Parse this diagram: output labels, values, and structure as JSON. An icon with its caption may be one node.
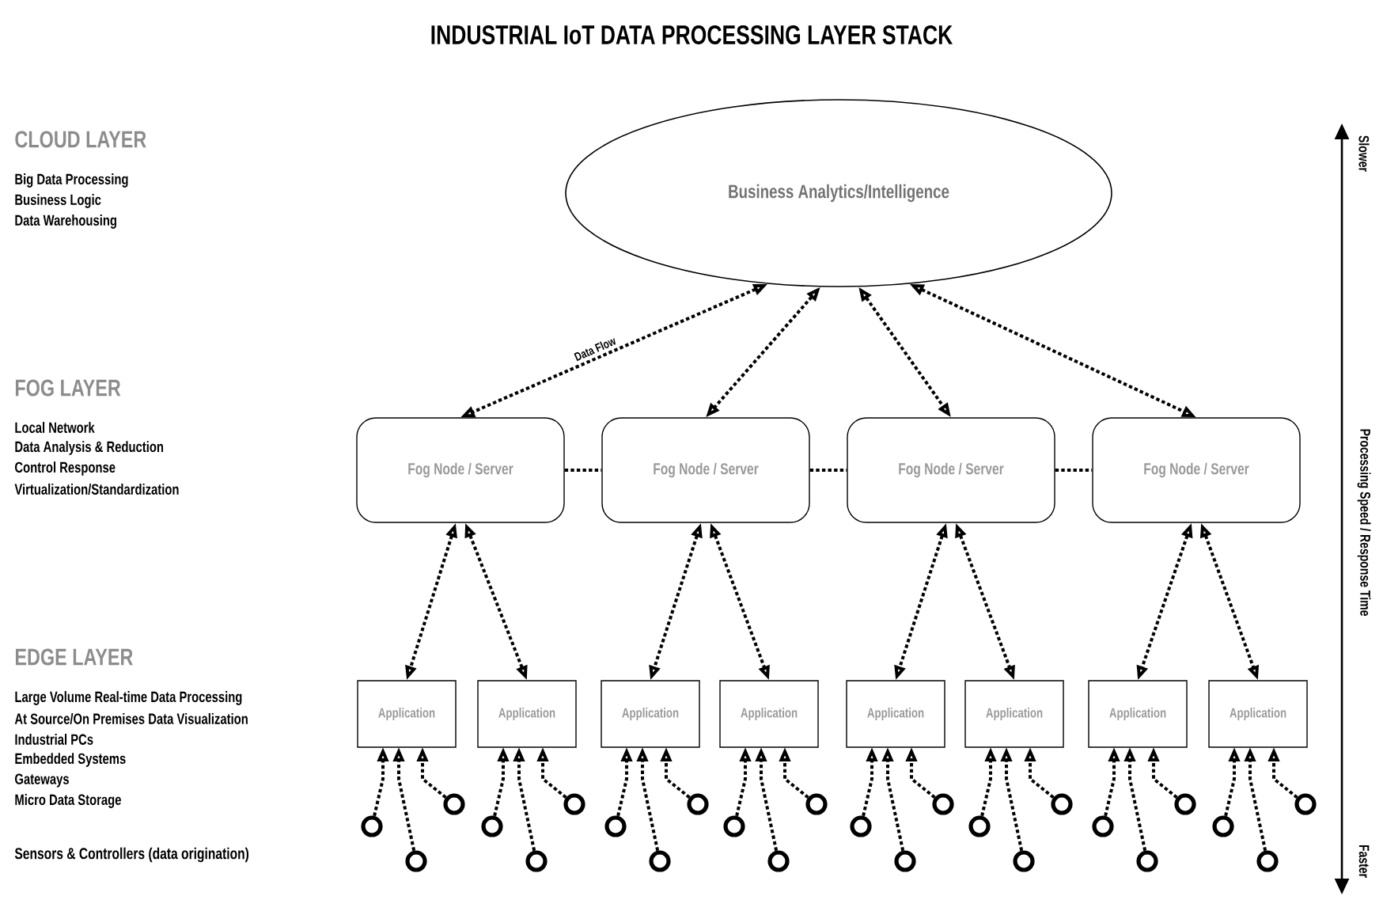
{
  "diagram": {
    "title": "INDUSTRIAL IoT DATA PROCESSING LAYER STACK",
    "nodes": [
      {
        "text": [
          "Business Analytics/Intelligence"
        ]
      },
      {
        "text": [
          "Fog Node / Server"
        ]
      },
      {
        "text": [
          "Fog Node / Server"
        ]
      },
      {
        "text": [
          "Fog Node / Server"
        ]
      },
      {
        "text": [
          "Fog Node / Server"
        ]
      },
      {
        "text": [
          "Application"
        ]
      },
      {
        "text": [
          "Application"
        ]
      },
      {
        "text": [
          "Application"
        ]
      },
      {
        "text": [
          "Application"
        ]
      },
      {
        "text": [
          "Application"
        ]
      },
      {
        "text": [
          "Application"
        ]
      },
      {
        "text": [
          "Application"
        ]
      },
      {
        "text": [
          "Application"
        ]
      },
      {
        "text": [],
        "shape": "circle"
      },
      {
        "text": [],
        "shape": "circle"
      },
      {
        "text": [],
        "shape": "circle"
      },
      {
        "text": [],
        "shape": "circle"
      },
      {
        "text": [],
        "shape": "circle"
      },
      {
        "text": [],
        "shape": "circle"
      },
      {
        "text": [],
        "shape": "circle"
      },
      {
        "text": [],
        "shape": "circle"
      },
      {
        "text": [],
        "shape": "circle"
      },
      {
        "text": [],
        "shape": "circle"
      },
      {
        "text": [],
        "shape": "circle"
      },
      {
        "text": [],
        "shape": "circle"
      },
      {
        "text": [],
        "shape": "circle"
      },
      {
        "text": [],
        "shape": "circle"
      },
      {
        "text": [],
        "shape": "circle"
      },
      {
        "text": [],
        "shape": "circle"
      },
      {
        "text": [],
        "shape": "circle"
      },
      {
        "text": [],
        "shape": "circle"
      },
      {
        "text": [],
        "shape": "circle"
      },
      {
        "text": [],
        "shape": "circle"
      },
      {
        "text": [],
        "shape": "circle"
      },
      {
        "text": [],
        "shape": "circle"
      },
      {
        "text": [],
        "shape": "circle"
      },
      {
        "text": [],
        "shape": "circle"
      }
    ],
    "edges": [
      {
        "from": 0,
        "to": 1,
        "arrow": "both",
        "style": "dashed",
        "label": "Data Flow"
      },
      {
        "from": 0,
        "to": 2,
        "arrow": "both",
        "style": "dashed"
      },
      {
        "from": 0,
        "to": 3,
        "arrow": "both",
        "style": "dashed"
      },
      {
        "from": 0,
        "to": 4,
        "arrow": "both",
        "style": "dashed"
      },
      {
        "from": 1,
        "to": 2,
        "arrow": "none",
        "style": "dashed"
      },
      {
        "from": 2,
        "to": 3,
        "arrow": "none",
        "style": "dashed"
      },
      {
        "from": 3,
        "to": 4,
        "arrow": "none",
        "style": "dashed"
      },
      {
        "from": 1,
        "to": 5,
        "arrow": "both",
        "style": "dashed"
      },
      {
        "from": 1,
        "to": 6,
        "arrow": "both",
        "style": "dashed"
      },
      {
        "from": 2,
        "to": 7,
        "arrow": "both",
        "style": "dashed"
      },
      {
        "from": 2,
        "to": 8,
        "arrow": "both",
        "style": "dashed"
      },
      {
        "from": 3,
        "to": 9,
        "arrow": "both",
        "style": "dashed"
      },
      {
        "from": 3,
        "to": 10,
        "arrow": "both",
        "style": "dashed"
      },
      {
        "from": 4,
        "to": 11,
        "arrow": "both",
        "style": "dashed"
      },
      {
        "from": 4,
        "to": 12,
        "arrow": "both",
        "style": "dashed"
      },
      {
        "from": 13,
        "to": 5,
        "arrow": "to",
        "style": "dashed"
      },
      {
        "from": 14,
        "to": 5,
        "arrow": "to",
        "style": "dashed"
      },
      {
        "from": 15,
        "to": 5,
        "arrow": "to",
        "style": "dashed"
      },
      {
        "from": 16,
        "to": 6,
        "arrow": "to",
        "style": "dashed"
      },
      {
        "from": 17,
        "to": 6,
        "arrow": "to",
        "style": "dashed"
      },
      {
        "from": 18,
        "to": 6,
        "arrow": "to",
        "style": "dashed"
      },
      {
        "from": 19,
        "to": 7,
        "arrow": "to",
        "style": "dashed"
      },
      {
        "from": 20,
        "to": 7,
        "arrow": "to",
        "style": "dashed"
      },
      {
        "from": 21,
        "to": 7,
        "arrow": "to",
        "style": "dashed"
      },
      {
        "from": 22,
        "to": 8,
        "arrow": "to",
        "style": "dashed"
      },
      {
        "from": 23,
        "to": 8,
        "arrow": "to",
        "style": "dashed"
      },
      {
        "from": 24,
        "to": 8,
        "arrow": "to",
        "style": "dashed"
      },
      {
        "from": 25,
        "to": 9,
        "arrow": "to",
        "style": "dashed"
      },
      {
        "from": 26,
        "to": 9,
        "arrow": "to",
        "style": "dashed"
      },
      {
        "from": 27,
        "to": 9,
        "arrow": "to",
        "style": "dashed"
      },
      {
        "from": 28,
        "to": 10,
        "arrow": "to",
        "style": "dashed"
      },
      {
        "from": 29,
        "to": 10,
        "arrow": "to",
        "style": "dashed"
      },
      {
        "from": 30,
        "to": 10,
        "arrow": "to",
        "style": "dashed"
      },
      {
        "from": 31,
        "to": 11,
        "arrow": "to",
        "style": "dashed"
      },
      {
        "from": 32,
        "to": 11,
        "arrow": "to",
        "style": "dashed"
      },
      {
        "from": 33,
        "to": 11,
        "arrow": "to",
        "style": "dashed"
      },
      {
        "from": 34,
        "to": 12,
        "arrow": "to",
        "style": "dashed"
      },
      {
        "from": 35,
        "to": 12,
        "arrow": "to",
        "style": "dashed"
      },
      {
        "from": 36,
        "to": 12,
        "arrow": "to",
        "style": "dashed"
      }
    ],
    "labels": [
      "CLOUD LAYER",
      "Big Data Processing",
      "Business Logic",
      "Data Warehousing",
      "Slower",
      "FOG LAYER",
      "Local Network",
      "Data Analysis & Reduction",
      "Control Response",
      "Virtualization/Standardization",
      "Processing Speed / Response Time",
      "EDGE LAYER",
      "Large Volume Real-time Data Processing",
      "At Source/On Premises Data Visualization",
      "Industrial PCs",
      "Embedded Systems",
      "Gateways",
      "Micro Data Storage",
      "Faster",
      "Sensors & Controllers (data origination)"
    ]
  }
}
